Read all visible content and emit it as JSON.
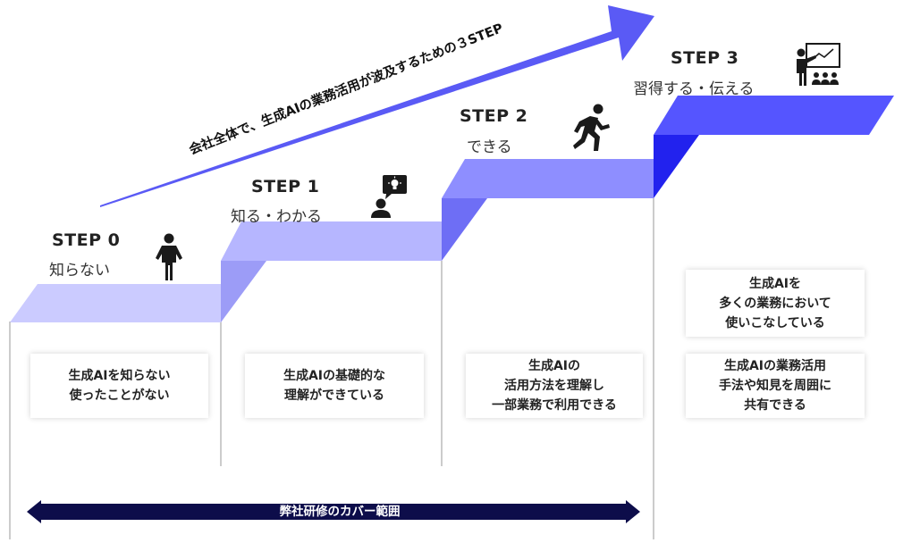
{
  "arrow": {
    "label": "会社全体で、生成AIの業務活用が波及するための３STEP"
  },
  "steps": [
    {
      "title": "STEP 0",
      "subtitle": "知らない",
      "icon": "standing-person-icon",
      "cards": [
        "生成AIを知らない\n使ったことがない"
      ]
    },
    {
      "title": "STEP 1",
      "subtitle": "知る・わかる",
      "icon": "person-idea-icon",
      "cards": [
        "生成AIの基礎的な\n理解ができている"
      ]
    },
    {
      "title": "STEP 2",
      "subtitle": "できる",
      "icon": "running-person-icon",
      "cards": [
        "生成AIの\n活用方法を理解し\n一部業務で利用できる"
      ]
    },
    {
      "title": "STEP 3",
      "subtitle": "習得する・伝える",
      "icon": "teacher-board-icon",
      "cards": [
        "生成AIを\n多くの業務において\n使いこなしている",
        "生成AIの業務活用\n手法や知見を周囲に\n共有できる"
      ]
    }
  ],
  "coverage": {
    "label": "弊社研修のカバー範囲"
  },
  "colors": {
    "step0": "#c9c9ff",
    "step1": "#b4b4ff",
    "step2": "#8f8fff",
    "step3": "#5252ff",
    "arrow": "#5a5af5",
    "coverage": "#0d0d4a",
    "text": "#222222"
  }
}
